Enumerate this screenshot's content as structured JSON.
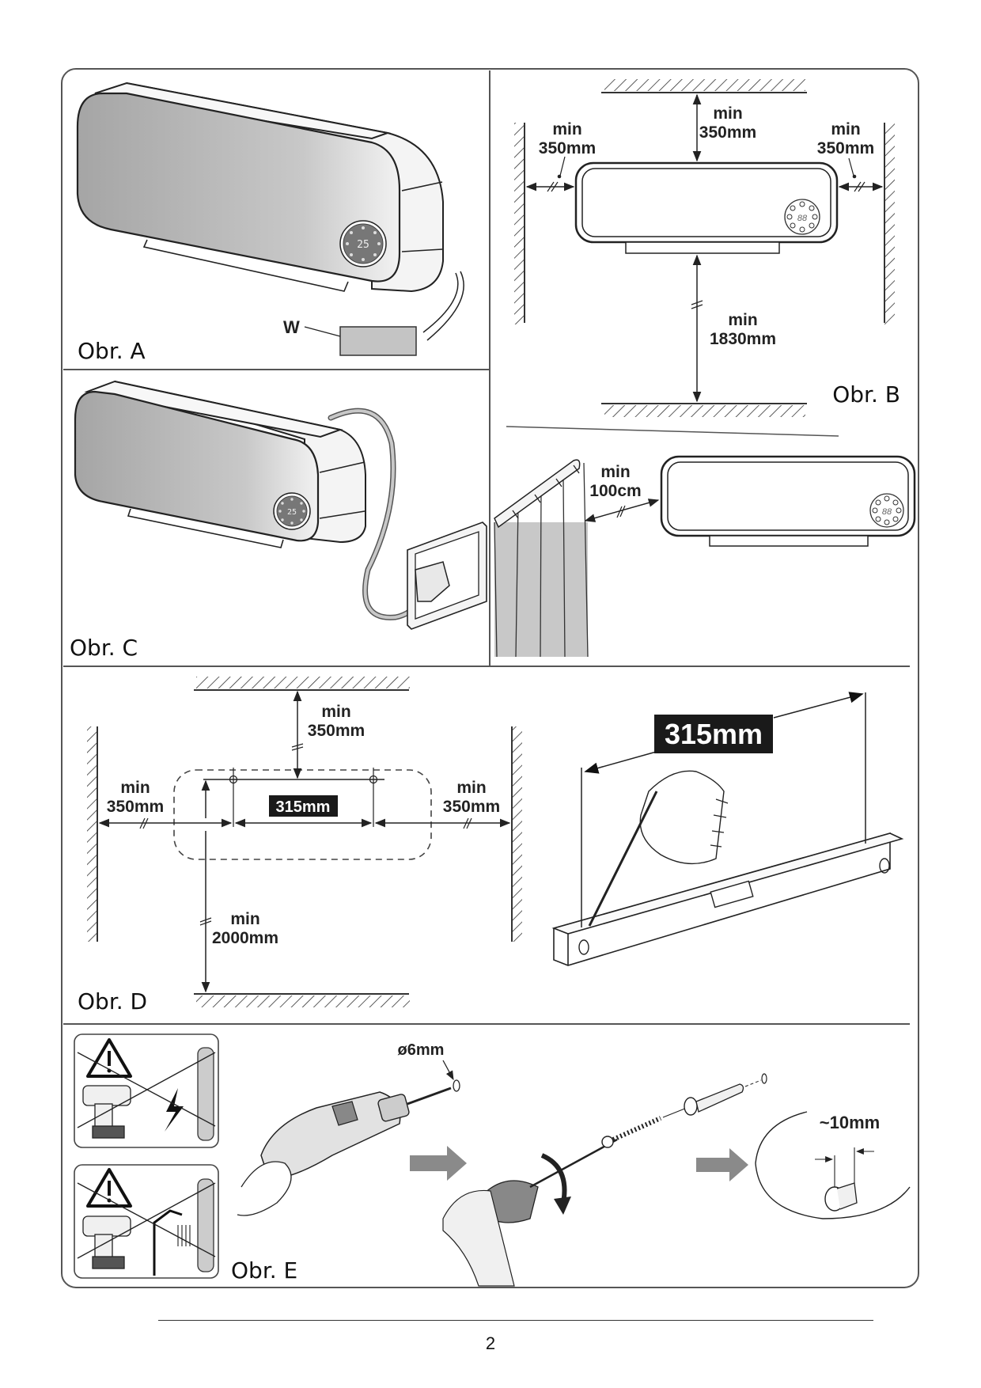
{
  "figures": {
    "A": {
      "caption": "Obr. A",
      "label_w": "W",
      "display_value": "25"
    },
    "B": {
      "caption": "Obr. B",
      "left": {
        "line1": "min",
        "line2": "350mm"
      },
      "top": {
        "line1": "min",
        "line2": "350mm"
      },
      "right": {
        "line1": "min",
        "line2": "350mm"
      },
      "bottom": {
        "line1": "min",
        "line2": "1830mm"
      },
      "display_value": "88",
      "curtain": {
        "line1": "min",
        "line2": "100cm"
      }
    },
    "C": {
      "caption": "Obr. C",
      "display_value": "25"
    },
    "D": {
      "caption": "Obr. D",
      "top": {
        "line1": "min",
        "line2": "350mm"
      },
      "left": {
        "line1": "min",
        "line2": "350mm"
      },
      "right": {
        "line1": "min",
        "line2": "350mm"
      },
      "bottom": {
        "line1": "min",
        "line2": "2000mm"
      },
      "hole_spacing": "315mm",
      "marking_spacing": "315mm"
    },
    "E": {
      "caption": "Obr. E",
      "drill_diameter": "ø6mm",
      "depth": "~10mm"
    }
  },
  "footer": {
    "page_number": "2"
  },
  "colors": {
    "frame": "#555555",
    "panel_gray": "#b8b8b8",
    "label_box": "#1a1a1a",
    "arrow_gray": "#8a8a8a"
  }
}
